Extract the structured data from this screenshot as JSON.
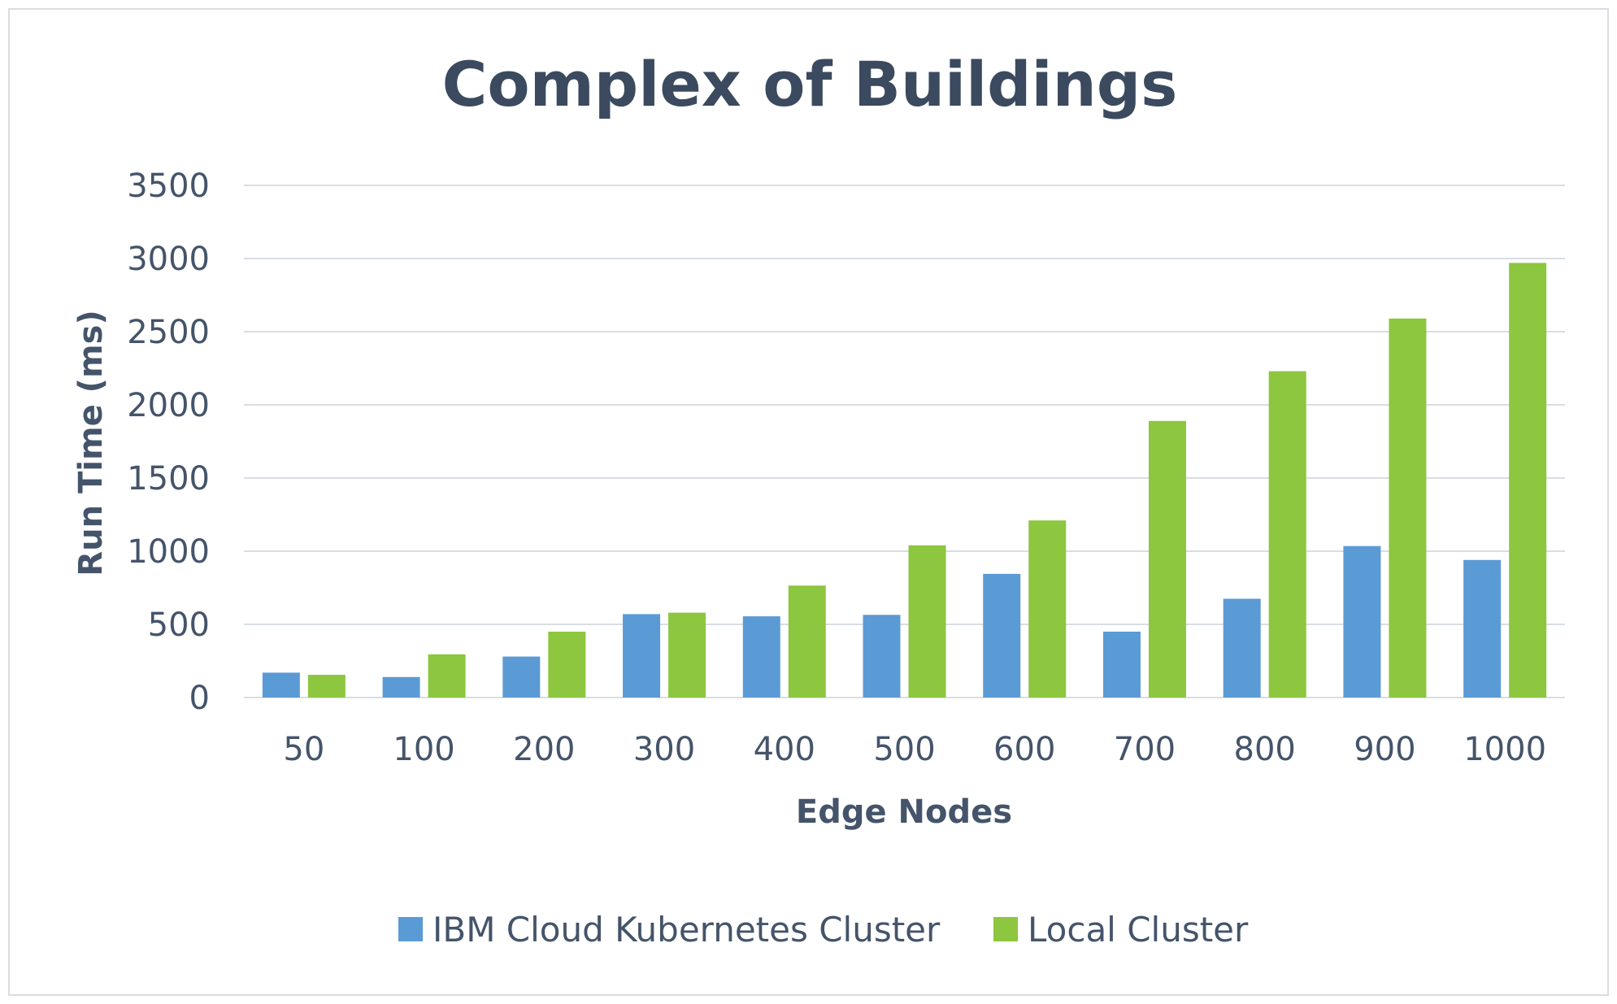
{
  "chart_data": {
    "type": "bar",
    "title": "Complex of Buildings",
    "xlabel": "Edge Nodes",
    "ylabel": "Run Time (ms)",
    "ylim": [
      0,
      3500
    ],
    "yticks": [
      0,
      500,
      1000,
      1500,
      2000,
      2500,
      3000,
      3500
    ],
    "grid": true,
    "legend_position": "bottom",
    "categories": [
      "50",
      "100",
      "200",
      "300",
      "400",
      "500",
      "600",
      "700",
      "800",
      "900",
      "1000"
    ],
    "series": [
      {
        "name": "IBM Cloud Kubernetes Cluster",
        "color": "#5b9bd5",
        "values": [
          170,
          140,
          280,
          570,
          555,
          565,
          845,
          450,
          675,
          1035,
          940
        ]
      },
      {
        "name": "Local Cluster",
        "color": "#8dc63f",
        "values": [
          155,
          295,
          450,
          580,
          765,
          1040,
          1210,
          1890,
          2230,
          2590,
          2970
        ]
      }
    ]
  }
}
